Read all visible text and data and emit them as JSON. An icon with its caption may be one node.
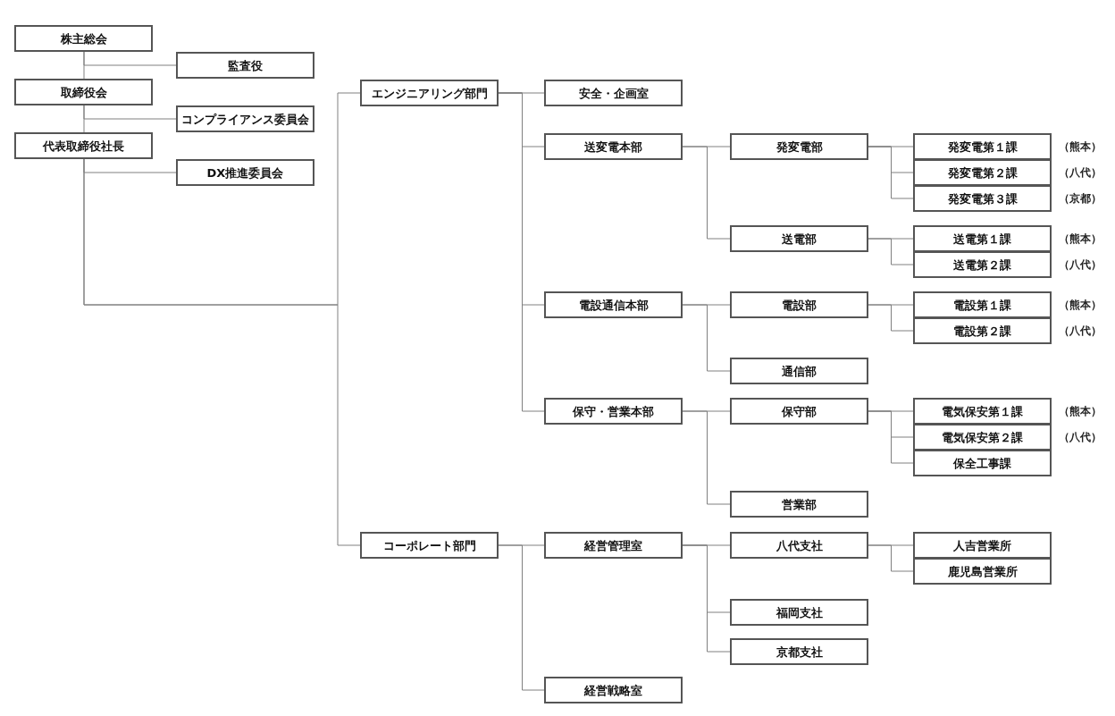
{
  "diagram": {
    "nodes": [
      {
        "text": [
          "株主総会"
        ]
      },
      {
        "text": [
          "監査役"
        ]
      },
      {
        "text": [
          "取締役会"
        ]
      },
      {
        "text": [
          "コンプライアンス委員会"
        ]
      },
      {
        "text": [
          "代表取締役社長"
        ]
      },
      {
        "text": [
          "DX推進委員会"
        ]
      },
      {
        "text": [
          "エンジニアリング部門"
        ]
      },
      {
        "text": [
          "安全・企画室"
        ]
      },
      {
        "text": [
          "送変電本部"
        ]
      },
      {
        "text": [
          "発変電部"
        ]
      },
      {
        "text": [
          "発変電第１課"
        ],
        "beside": [
          "（熊本）"
        ]
      },
      {
        "text": [
          "発変電第２課"
        ],
        "beside": [
          "（八代）"
        ]
      },
      {
        "text": [
          "発変電第３課"
        ],
        "beside": [
          "（京都）"
        ]
      },
      {
        "text": [
          "送電部"
        ]
      },
      {
        "text": [
          "送電第１課"
        ],
        "beside": [
          "（熊本）"
        ]
      },
      {
        "text": [
          "送電第２課"
        ],
        "beside": [
          "（八代）"
        ]
      },
      {
        "text": [
          "電設通信本部"
        ]
      },
      {
        "text": [
          "電設部"
        ]
      },
      {
        "text": [
          "電設第１課"
        ],
        "beside": [
          "（熊本）"
        ]
      },
      {
        "text": [
          "電設第２課"
        ],
        "beside": [
          "（八代）"
        ]
      },
      {
        "text": [
          "通信部"
        ]
      },
      {
        "text": [
          "保守・営業本部"
        ]
      },
      {
        "text": [
          "保守部"
        ]
      },
      {
        "text": [
          "電気保安第１課"
        ],
        "beside": [
          "（熊本）"
        ]
      },
      {
        "text": [
          "電気保安第２課"
        ],
        "beside": [
          "（八代）"
        ]
      },
      {
        "text": [
          "保全工事課"
        ]
      },
      {
        "text": [
          "営業部"
        ]
      },
      {
        "text": [
          "コーポレート部門"
        ]
      },
      {
        "text": [
          "経営管理室"
        ]
      },
      {
        "text": [
          "八代支社"
        ]
      },
      {
        "text": [
          "人吉営業所"
        ]
      },
      {
        "text": [
          "鹿児島営業所"
        ]
      },
      {
        "text": [
          "福岡支社"
        ]
      },
      {
        "text": [
          "京都支社"
        ]
      },
      {
        "text": [
          "経営戦略室"
        ]
      }
    ],
    "edges": [
      {
        "from": 0,
        "to": 1,
        "arrow": "none"
      },
      {
        "from": 0,
        "to": 2,
        "arrow": "none"
      },
      {
        "from": 2,
        "to": 3,
        "arrow": "none"
      },
      {
        "from": 2,
        "to": 4,
        "arrow": "none"
      },
      {
        "from": 4,
        "to": 5,
        "arrow": "none"
      },
      {
        "from": 4,
        "to": 6,
        "arrow": "none"
      },
      {
        "from": 4,
        "to": 27,
        "arrow": "none"
      },
      {
        "from": 6,
        "to": 7,
        "arrow": "none"
      },
      {
        "from": 6,
        "to": 8,
        "arrow": "none"
      },
      {
        "from": 6,
        "to": 16,
        "arrow": "none"
      },
      {
        "from": 6,
        "to": 21,
        "arrow": "none"
      },
      {
        "from": 8,
        "to": 9,
        "arrow": "none"
      },
      {
        "from": 8,
        "to": 13,
        "arrow": "none"
      },
      {
        "from": 9,
        "to": 10,
        "arrow": "none"
      },
      {
        "from": 9,
        "to": 11,
        "arrow": "none"
      },
      {
        "from": 9,
        "to": 12,
        "arrow": "none"
      },
      {
        "from": 13,
        "to": 14,
        "arrow": "none"
      },
      {
        "from": 13,
        "to": 15,
        "arrow": "none"
      },
      {
        "from": 16,
        "to": 17,
        "arrow": "none"
      },
      {
        "from": 16,
        "to": 20,
        "arrow": "none"
      },
      {
        "from": 17,
        "to": 18,
        "arrow": "none"
      },
      {
        "from": 17,
        "to": 19,
        "arrow": "none"
      },
      {
        "from": 21,
        "to": 22,
        "arrow": "none"
      },
      {
        "from": 21,
        "to": 26,
        "arrow": "none"
      },
      {
        "from": 22,
        "to": 23,
        "arrow": "none"
      },
      {
        "from": 22,
        "to": 24,
        "arrow": "none"
      },
      {
        "from": 22,
        "to": 25,
        "arrow": "none"
      },
      {
        "from": 27,
        "to": 28,
        "arrow": "none"
      },
      {
        "from": 27,
        "to": 34,
        "arrow": "none"
      },
      {
        "from": 28,
        "to": 29,
        "arrow": "none"
      },
      {
        "from": 28,
        "to": 32,
        "arrow": "none"
      },
      {
        "from": 28,
        "to": 33,
        "arrow": "none"
      },
      {
        "from": 29,
        "to": 30,
        "arrow": "none"
      },
      {
        "from": 29,
        "to": 31,
        "arrow": "none"
      }
    ]
  }
}
